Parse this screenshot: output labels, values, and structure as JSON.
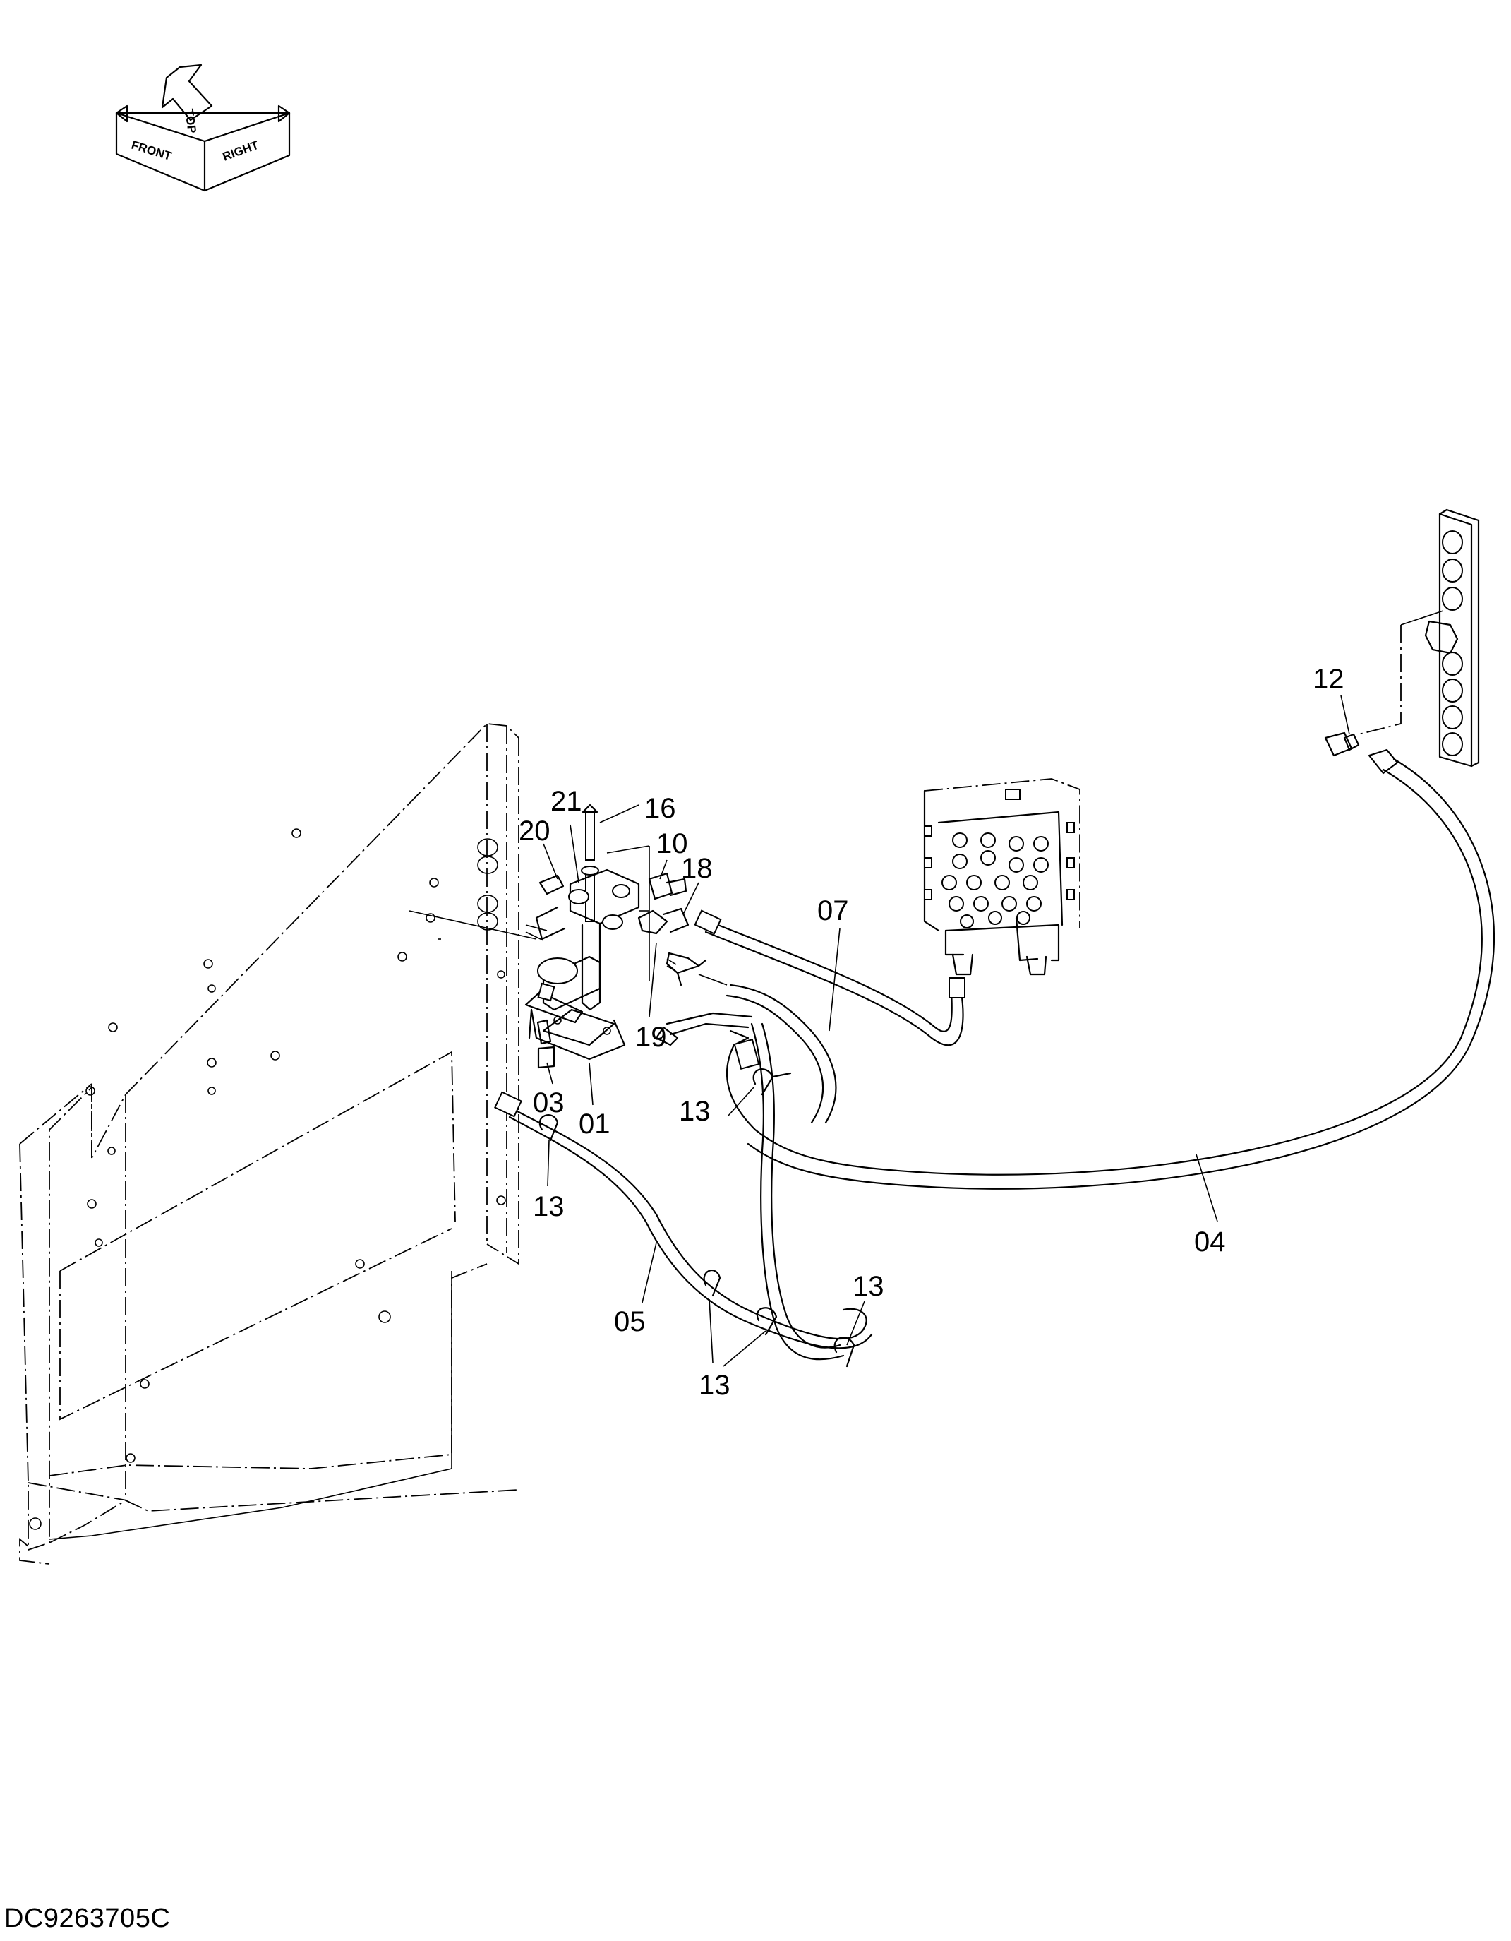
{
  "orientation": {
    "labels": {
      "front": "FRONT",
      "top": "TOP",
      "right": "RIGHT"
    }
  },
  "callouts": [
    {
      "id": "c21",
      "label": "21"
    },
    {
      "id": "c16",
      "label": "16"
    },
    {
      "id": "c20",
      "label": "20"
    },
    {
      "id": "c10",
      "label": "10"
    },
    {
      "id": "c18",
      "label": "18"
    },
    {
      "id": "c19",
      "label": "19"
    },
    {
      "id": "c07",
      "label": "07"
    },
    {
      "id": "c12",
      "label": "12"
    },
    {
      "id": "c03",
      "label": "03"
    },
    {
      "id": "c01",
      "label": "01"
    },
    {
      "id": "c13a",
      "label": "13"
    },
    {
      "id": "c13b",
      "label": "13"
    },
    {
      "id": "c13c",
      "label": "13"
    },
    {
      "id": "c13d",
      "label": "13"
    },
    {
      "id": "c04",
      "label": "04"
    },
    {
      "id": "c05",
      "label": "05"
    }
  ],
  "drawing_code": "DC9263705C"
}
